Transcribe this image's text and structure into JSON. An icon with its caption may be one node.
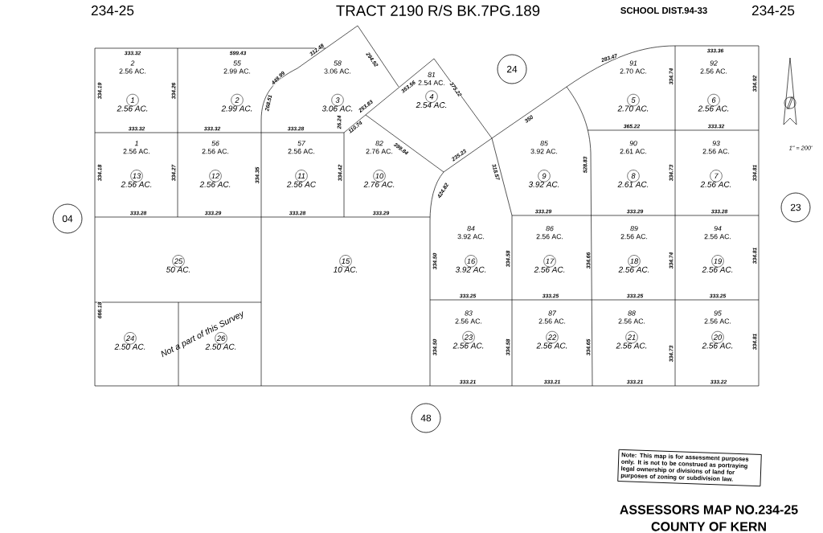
{
  "diagram": {
    "title": "TRACT 2190 R/S BK.7PG.189",
    "nodes": [
      {
        "text": [
          "2",
          "2.56 AC.",
          "1",
          "2.56 AC."
        ]
      },
      {
        "text": [
          "55",
          "2.99 AC.",
          "2",
          "2.99 AC."
        ]
      },
      {
        "text": [
          "58",
          "3.06 AC.",
          "3",
          "3.06 AC."
        ]
      },
      {
        "text": [
          "81",
          "2.54 AC.",
          "4",
          "2.54 AC."
        ]
      },
      {
        "text": [
          "24"
        ]
      },
      {
        "text": [
          "91",
          "2.70 AC.",
          "5",
          "2.70 AC."
        ]
      },
      {
        "text": [
          "92",
          "2.56 AC.",
          "6",
          "2.56 AC."
        ]
      },
      {
        "text": [
          "1",
          "2.56 AC.",
          "13",
          "2.56 AC."
        ]
      },
      {
        "text": [
          "56",
          "2.56 AC.",
          "12",
          "2.56 AC."
        ]
      },
      {
        "text": [
          "57",
          "2.56 AC.",
          "11",
          "2.56 AC"
        ]
      },
      {
        "text": [
          "82",
          "2.76 AC.",
          "10",
          "2.76 AC."
        ]
      },
      {
        "text": [
          "85",
          "3.92 AC.",
          "9",
          "3.92 AC."
        ]
      },
      {
        "text": [
          "90",
          "2.61 AC.",
          "8",
          "2.61 AC."
        ]
      },
      {
        "text": [
          "93",
          "2.56 AC.",
          "7",
          "2.56 AC."
        ]
      },
      {
        "text": [
          "04"
        ]
      },
      {
        "text": [
          "23"
        ]
      },
      {
        "text": [
          "25",
          "50 AC."
        ]
      },
      {
        "text": [
          "15",
          "10 AC."
        ]
      },
      {
        "text": [
          "84",
          "3.92 AC.",
          "16",
          "3.92 AC."
        ]
      },
      {
        "text": [
          "86",
          "2.56 AC.",
          "17",
          "2.56 AC."
        ]
      },
      {
        "text": [
          "89",
          "2.56 AC.",
          "18",
          "2.56 AC."
        ]
      },
      {
        "text": [
          "94",
          "2.56 AC.",
          "19",
          "2.56 AC."
        ]
      },
      {
        "text": [
          "24",
          "2.50 AC."
        ]
      },
      {
        "text": [
          "26",
          "2.50 AC."
        ]
      },
      {
        "text": [
          "83",
          "2.56 AC.",
          "23",
          "2.56 AC."
        ]
      },
      {
        "text": [
          "87",
          "2.56 AC.",
          "22",
          "2.56 AC."
        ]
      },
      {
        "text": [
          "88",
          "2.56 AC.",
          "21",
          "2.56 AC."
        ]
      },
      {
        "text": [
          "95",
          "2.56 AC.",
          "20",
          "2.56 AC."
        ]
      },
      {
        "text": [
          "48"
        ]
      },
      {
        "text": [
          "Note: This map is for assessment purposes only. It is not to be construed as portraying legal ownership or divisions of land for purposes of zoning or subdivision law."
        ]
      }
    ],
    "labels": [
      "234-25",
      "SCHOOL DIST.94-33",
      "234-25",
      "333.32",
      "599.43",
      "312.48",
      "294.92",
      "283.47",
      "333.36",
      "334.19",
      "334.26",
      "268.51",
      "448.99",
      "253.83",
      "353.56",
      "375.22",
      "334.74",
      "334.92",
      "333.32",
      "333.32",
      "333.28",
      "26.24",
      "110.74",
      "350",
      "365.22",
      "333.32",
      "399.84",
      "235.23",
      "1\" = 200'",
      "334.18",
      "334.27",
      "334.35",
      "334.42",
      "424.82",
      "318.57",
      "528.83",
      "334.73",
      "334.81",
      "333.28",
      "333.29",
      "333.28",
      "333.29",
      "333.29",
      "333.29",
      "333.28",
      "334.50",
      "334.58",
      "334.66",
      "334.74",
      "334.81",
      "333.25",
      "333.25",
      "333.25",
      "333.25",
      "666.18",
      "Not a part of this Survey",
      "334.50",
      "334.58",
      "334.65",
      "334.73",
      "334.81",
      "333.21",
      "333.21",
      "333.21",
      "333.22",
      "ASSESSORS MAP NO.234-25",
      "COUNTY OF KERN"
    ]
  }
}
